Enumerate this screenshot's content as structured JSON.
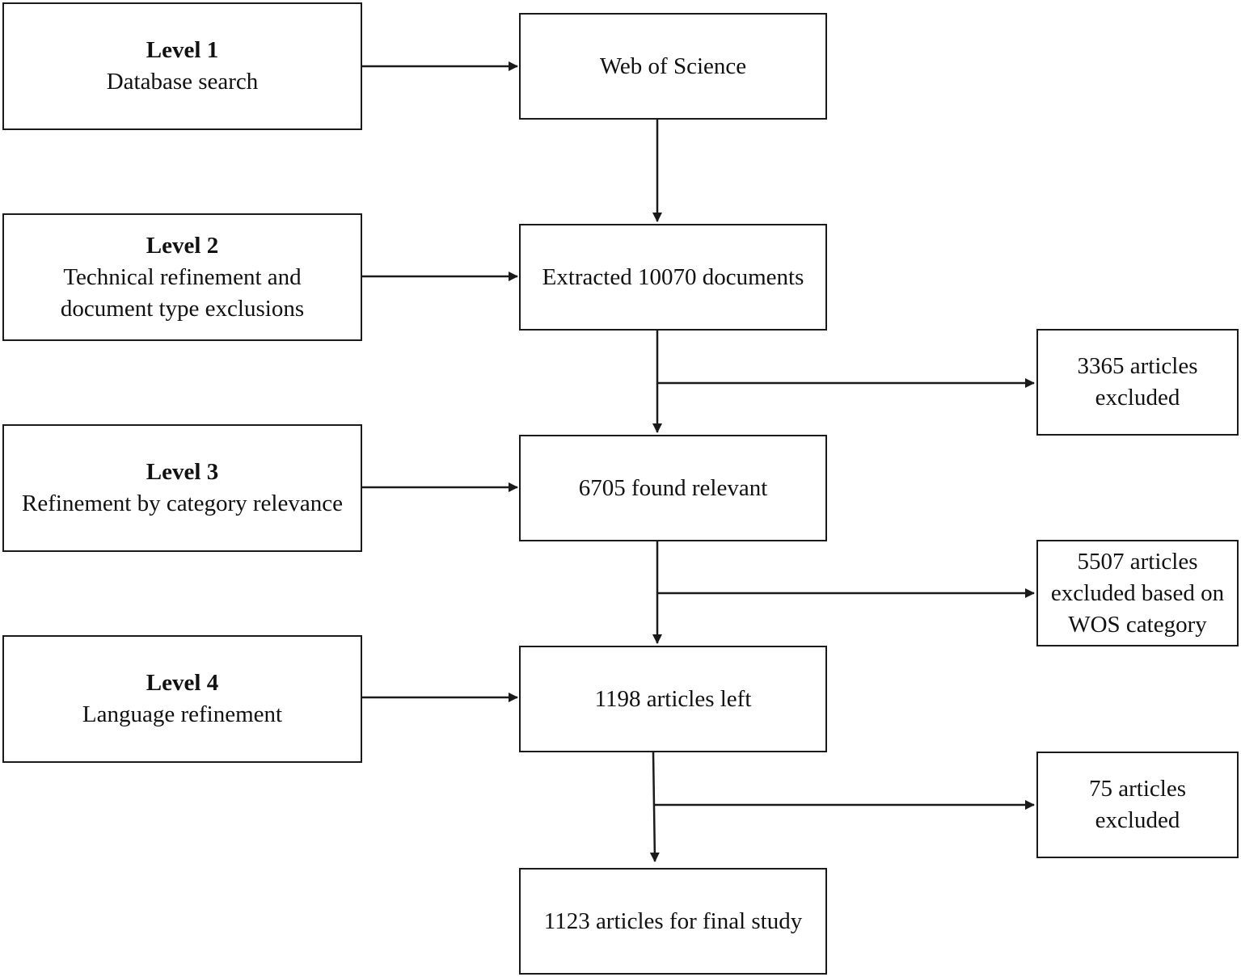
{
  "levels": [
    {
      "title": "Level 1",
      "lines": [
        "Database search"
      ]
    },
    {
      "title": "Level 2",
      "lines": [
        "Technical refinement and",
        "document type exclusions"
      ]
    },
    {
      "title": "Level 3",
      "lines": [
        "Refinement by category relevance"
      ]
    },
    {
      "title": "Level 4",
      "lines": [
        "Language refinement"
      ]
    }
  ],
  "steps": [
    {
      "lines": [
        "Web of Science"
      ]
    },
    {
      "lines": [
        "Extracted 10070 documents"
      ]
    },
    {
      "lines": [
        "6705 found relevant"
      ]
    },
    {
      "lines": [
        "1198 articles left"
      ]
    },
    {
      "lines": [
        "1123 articles for final study"
      ]
    }
  ],
  "exclusions": [
    {
      "lines": [
        "3365 articles",
        "excluded"
      ]
    },
    {
      "lines": [
        "5507 articles",
        "excluded based on",
        "WOS category"
      ]
    },
    {
      "lines": [
        "75 articles",
        "excluded"
      ]
    }
  ],
  "colors": {
    "line": "#1a1a1a",
    "background": "#ffffff"
  }
}
